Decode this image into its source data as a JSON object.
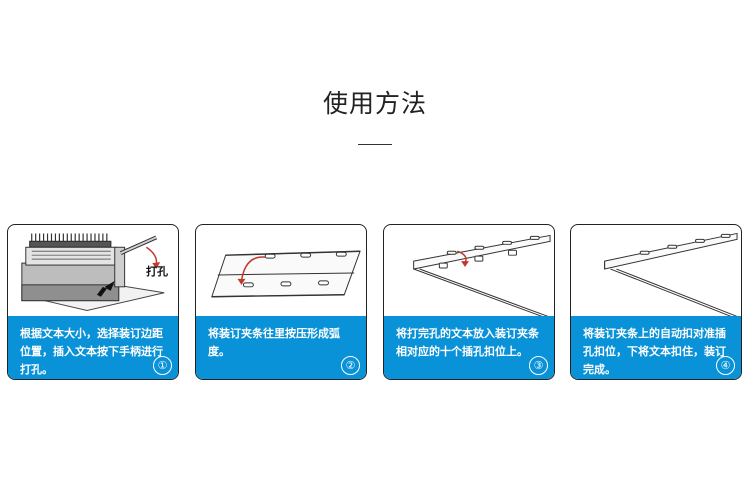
{
  "page": {
    "title": "使用方法"
  },
  "steps": [
    {
      "text": "根据文本大小，选择装订边距位置，插入文本按下手柄进行打孔。",
      "number": "①",
      "illustration_label": "打孔"
    },
    {
      "text": "将装订夹条往里按压形成弧度。",
      "number": "②"
    },
    {
      "text": "将打完孔的文本放入装订夹条相对应的十个插孔扣位上。",
      "number": "③"
    },
    {
      "text": "将装订夹条上的自动扣对准插孔扣位，下将文本扣住，装订完成。",
      "number": "④"
    }
  ],
  "colors": {
    "caption_bg": "#0a92d8",
    "border": "#222222"
  }
}
